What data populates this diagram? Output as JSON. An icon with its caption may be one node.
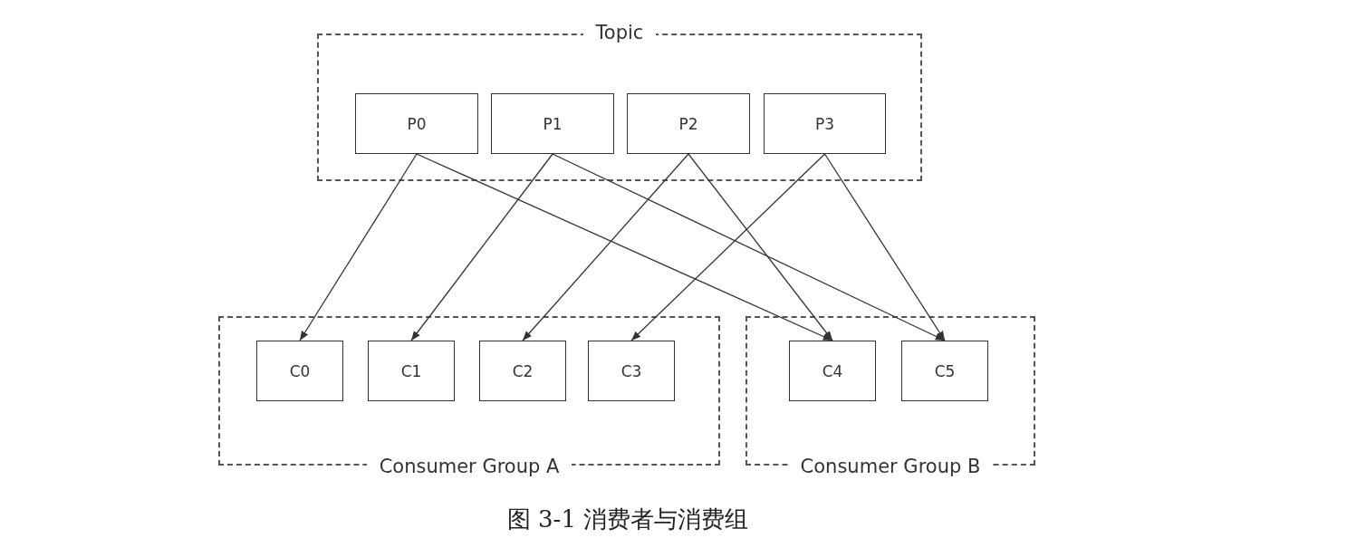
{
  "diagram": {
    "caption": "图 3-1 消费者与消费组",
    "nodes": [
      {
        "text": [
          "Topic"
        ]
      },
      {
        "text": [
          "P0"
        ],
        "in": 0
      },
      {
        "text": [
          "P1"
        ],
        "in": 0
      },
      {
        "text": [
          "P2"
        ],
        "in": 0
      },
      {
        "text": [
          "P3"
        ],
        "in": 0
      },
      {
        "text": [
          "Consumer Group A"
        ]
      },
      {
        "text": [
          "C0"
        ],
        "in": 5
      },
      {
        "text": [
          "C1"
        ],
        "in": 5
      },
      {
        "text": [
          "C2"
        ],
        "in": 5
      },
      {
        "text": [
          "C3"
        ],
        "in": 5
      },
      {
        "text": [
          "Consumer Group B"
        ]
      },
      {
        "text": [
          "C4"
        ],
        "in": 10
      },
      {
        "text": [
          "C5"
        ],
        "in": 10
      }
    ],
    "edges": [
      {
        "from": 1,
        "to": 6,
        "arrow": "to"
      },
      {
        "from": 1,
        "to": 11,
        "arrow": "to"
      },
      {
        "from": 2,
        "to": 7,
        "arrow": "to"
      },
      {
        "from": 2,
        "to": 12,
        "arrow": "to"
      },
      {
        "from": 3,
        "to": 8,
        "arrow": "to"
      },
      {
        "from": 3,
        "to": 11,
        "arrow": "to"
      },
      {
        "from": 4,
        "to": 9,
        "arrow": "to"
      },
      {
        "from": 4,
        "to": 12,
        "arrow": "to"
      }
    ]
  }
}
